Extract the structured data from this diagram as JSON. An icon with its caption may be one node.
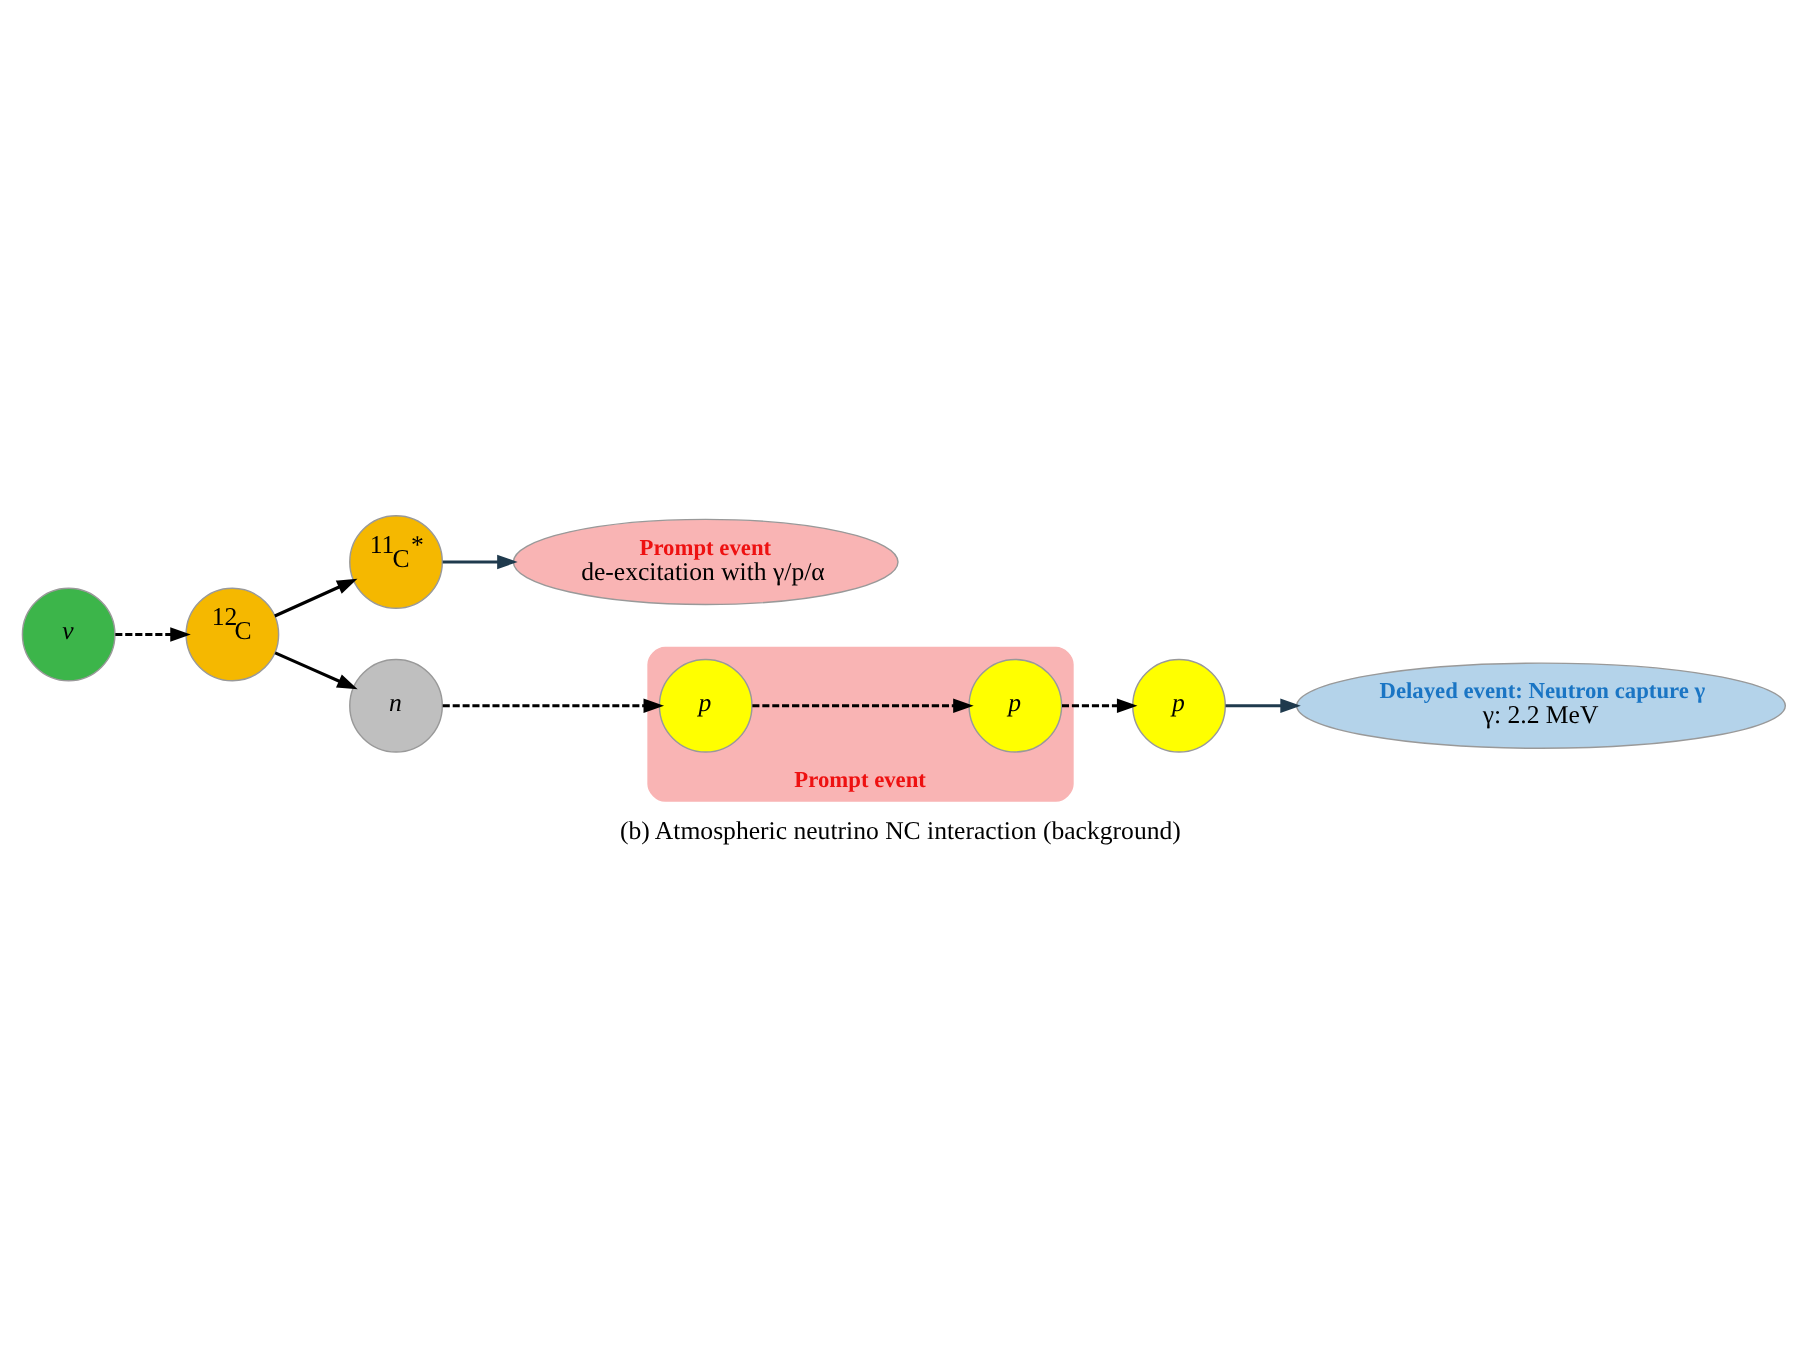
{
  "diagram": {
    "caption": "(b) Atmospheric neutrino NC interaction (background)",
    "nodes": [
      {
        "text": [
          "Prompt event",
          "de-excitation with γ/p/α"
        ]
      },
      {
        "text": [
          "$^{11}$C$^{*}$"
        ]
      },
      {
        "text": [
          "ν"
        ]
      },
      {
        "text": [
          "$^{12}$C"
        ]
      },
      {
        "text": [
          "Delayed event: Neutron capture γ",
          "γ: 2.2 MeV"
        ]
      },
      {
        "text": [
          "Prompt event"
        ]
      },
      {
        "text": [
          "p"
        ],
        "in": 5
      },
      {
        "text": [
          "n"
        ]
      },
      {
        "text": [
          "p"
        ]
      },
      {
        "text": [
          "p"
        ],
        "in": 5
      }
    ],
    "edges": [
      {
        "from": 2,
        "to": 3,
        "arrow": "to",
        "style": "dashed"
      },
      {
        "from": 3,
        "to": 1,
        "arrow": "to"
      },
      {
        "from": 3,
        "to": 7,
        "arrow": "to"
      },
      {
        "from": 7,
        "to": 9,
        "arrow": "to",
        "style": "dashed"
      },
      {
        "from": 9,
        "to": 6,
        "arrow": "to",
        "style": "dashed"
      },
      {
        "from": 6,
        "to": 8,
        "arrow": "to",
        "style": "dashed"
      },
      {
        "from": 1,
        "to": 0,
        "arrow": "to",
        "color": "#1f3a4d"
      },
      {
        "from": 8,
        "to": 4,
        "arrow": "to",
        "color": "#1f3a4d"
      }
    ]
  }
}
